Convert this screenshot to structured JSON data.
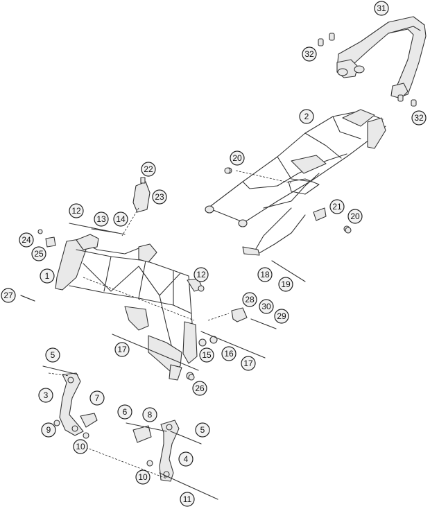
{
  "callouts": [
    {
      "id": "c1",
      "label": "1"
    },
    {
      "id": "c2",
      "label": "2"
    },
    {
      "id": "c3",
      "label": "3"
    },
    {
      "id": "c4",
      "label": "4"
    },
    {
      "id": "c5a",
      "label": "5"
    },
    {
      "id": "c5b",
      "label": "5"
    },
    {
      "id": "c6",
      "label": "6"
    },
    {
      "id": "c7",
      "label": "7"
    },
    {
      "id": "c8",
      "label": "8"
    },
    {
      "id": "c9",
      "label": "9"
    },
    {
      "id": "c10a",
      "label": "10"
    },
    {
      "id": "c10b",
      "label": "10"
    },
    {
      "id": "c11",
      "label": "11"
    },
    {
      "id": "c12a",
      "label": "12"
    },
    {
      "id": "c12b",
      "label": "12"
    },
    {
      "id": "c13",
      "label": "13"
    },
    {
      "id": "c14",
      "label": "14"
    },
    {
      "id": "c15",
      "label": "15"
    },
    {
      "id": "c16",
      "label": "16"
    },
    {
      "id": "c17a",
      "label": "17"
    },
    {
      "id": "c17b",
      "label": "17"
    },
    {
      "id": "c18",
      "label": "18"
    },
    {
      "id": "c19",
      "label": "19"
    },
    {
      "id": "c20a",
      "label": "20"
    },
    {
      "id": "c20b",
      "label": "20"
    },
    {
      "id": "c21",
      "label": "21"
    },
    {
      "id": "c22",
      "label": "22"
    },
    {
      "id": "c23",
      "label": "23"
    },
    {
      "id": "c24",
      "label": "24"
    },
    {
      "id": "c25",
      "label": "25"
    },
    {
      "id": "c26",
      "label": "26"
    },
    {
      "id": "c27",
      "label": "27"
    },
    {
      "id": "c28",
      "label": "28"
    },
    {
      "id": "c29",
      "label": "29"
    },
    {
      "id": "c30",
      "label": "30"
    },
    {
      "id": "c31",
      "label": "31"
    },
    {
      "id": "c32a",
      "label": "32"
    },
    {
      "id": "c32b",
      "label": "32"
    }
  ]
}
